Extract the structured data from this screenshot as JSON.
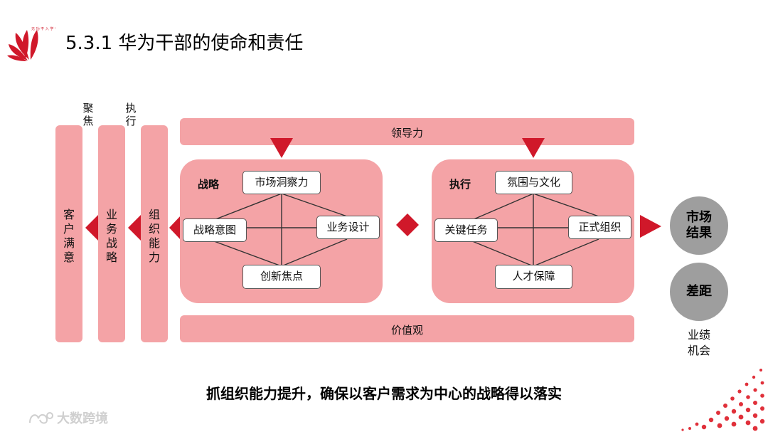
{
  "title": "5.3.1 华为干部的使命和责任",
  "top_labels": {
    "focus": "聚焦",
    "execute": "执行"
  },
  "left_columns": {
    "customer": "客户满意",
    "business": "业务战略",
    "org": "组织能力"
  },
  "bands": {
    "leadership": "领导力",
    "values": "价值观"
  },
  "strategy_panel": {
    "heading": "战略",
    "top": "市场洞察力",
    "left": "战略意图",
    "right": "业务设计",
    "bottom": "创新焦点"
  },
  "execution_panel": {
    "heading": "执行",
    "top": "氛围与文化",
    "left": "关键任务",
    "right": "正式组织",
    "bottom": "人才保障"
  },
  "outcomes": {
    "market": "市场结果",
    "gap": "差距",
    "opportunity": "业绩机会"
  },
  "footer": "抓组织能力提升，确保以客户需求为中心的战略得以落实",
  "watermark": "大数跨境",
  "colors": {
    "accent": "#d0182a",
    "panel": "#f4a3a6",
    "circle": "#9e9e9e"
  }
}
